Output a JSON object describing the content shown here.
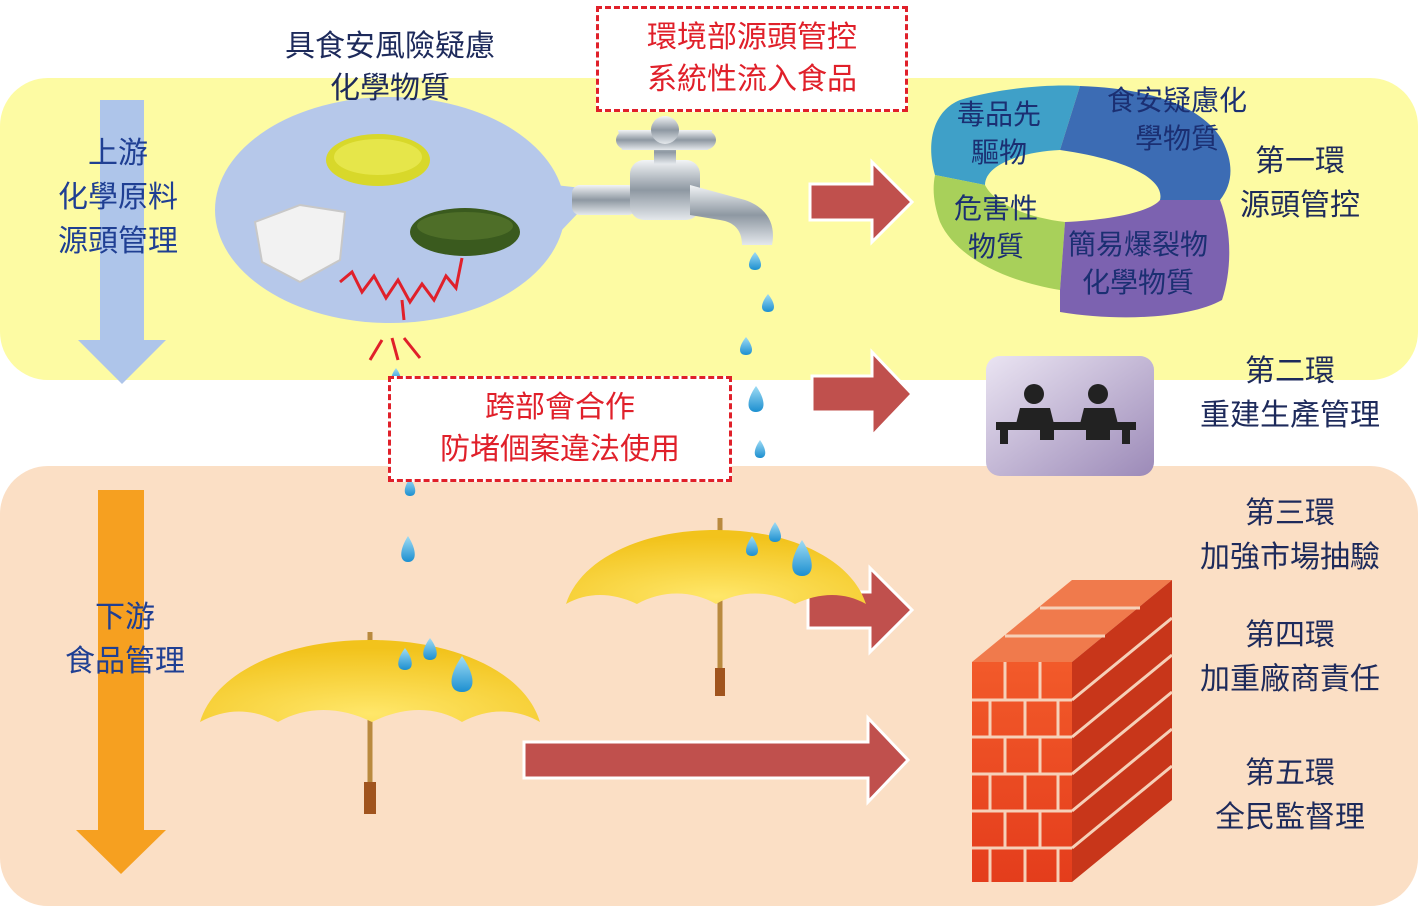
{
  "upstream": {
    "line1": "上游",
    "line2": "化學原料",
    "line3": "源頭管理"
  },
  "downstream": {
    "line1": "下游",
    "line2": "食品管理"
  },
  "chemicals_title": {
    "line1": "具食安風險疑慮",
    "line2": "化學物質"
  },
  "epa_box": {
    "line1": "環境部源頭管控",
    "line2": "系統性流入食品"
  },
  "cooperation_box": {
    "line1": "跨部會合作",
    "line2": "防堵個案違法使用"
  },
  "ring_segments": [
    {
      "line1": "毒品先",
      "line2": "驅物",
      "color": "#3fa0c8"
    },
    {
      "line1": "食安疑慮化",
      "line2": "學物質",
      "color": "#3c6cb4"
    },
    {
      "line1": "危害性",
      "line2": "物質",
      "color": "#a8d05a"
    },
    {
      "line1": "簡易爆裂物",
      "line2": "化學物質",
      "color": "#7c62b0"
    }
  ],
  "rings": [
    {
      "title": "第一環",
      "desc": "源頭管控"
    },
    {
      "title": "第二環",
      "desc": "重建生產管理"
    },
    {
      "title": "第三環",
      "desc": "加強市場抽驗"
    },
    {
      "title": "第四環",
      "desc": "加重廠商責任"
    },
    {
      "title": "第五環",
      "desc": "全民監督理"
    }
  ],
  "colors": {
    "upstream_band": "#fdfba3",
    "downstream_band": "#fbdfc5",
    "upstream_arrow": "#aec5ea",
    "downstream_arrow": "#f6a020",
    "flow_arrow": "#c0504d",
    "label_text": "#1f3f93",
    "alert": "#e0202a"
  },
  "icons": [
    "faucet-icon",
    "water-drop-icon",
    "umbrella-icon",
    "brick-wall-icon",
    "workers-icon",
    "chemical-powder-icon"
  ]
}
